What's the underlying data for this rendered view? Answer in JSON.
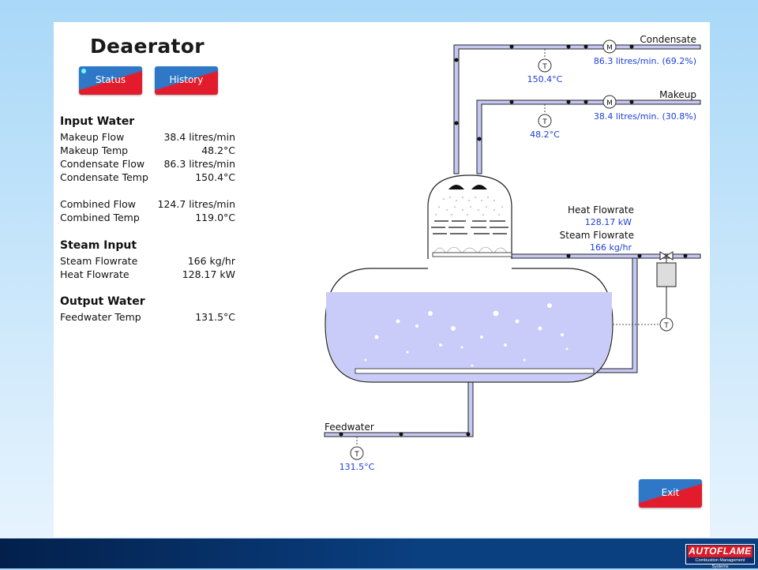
{
  "page": {
    "title": "Deaerator"
  },
  "buttons": {
    "status": "Status",
    "history": "History",
    "exit": "Exit"
  },
  "sections": {
    "input_water": "Input Water",
    "steam_input": "Steam Input",
    "output_water": "Output Water"
  },
  "rows": {
    "makeup_flow": {
      "label": "Makeup Flow",
      "value": "38.4 litres/min"
    },
    "makeup_temp": {
      "label": "Makeup Temp",
      "value": "48.2°C"
    },
    "condensate_flow": {
      "label": "Condensate Flow",
      "value": "86.3 litres/min"
    },
    "condensate_temp": {
      "label": "Condensate Temp",
      "value": "150.4°C"
    },
    "combined_flow": {
      "label": "Combined Flow",
      "value": "124.7 litres/min"
    },
    "combined_temp": {
      "label": "Combined Temp",
      "value": "119.0°C"
    },
    "steam_flowrate": {
      "label": "Steam Flowrate",
      "value": "166 kg/hr"
    },
    "heat_flowrate": {
      "label": "Heat Flowrate",
      "value": "128.17 kW"
    },
    "feedwater_temp": {
      "label": "Feedwater Temp",
      "value": "131.5°C"
    }
  },
  "diagram": {
    "condensate": {
      "label": "Condensate",
      "meter": "86.3 litres/min. (69.2%)",
      "temp": "150.4°C",
      "meter_symbol": "M",
      "temp_symbol": "T"
    },
    "makeup": {
      "label": "Makeup",
      "meter": "38.4 litres/min. (30.8%)",
      "temp": "48.2°C",
      "meter_symbol": "M",
      "temp_symbol": "T"
    },
    "heat": {
      "label": "Heat Flowrate",
      "value": "128.17 kW"
    },
    "steam": {
      "label": "Steam Flowrate",
      "value": "166 kg/hr"
    },
    "tank_temp_symbol": "T",
    "feedwater": {
      "label": "Feedwater",
      "temp": "131.5°C",
      "temp_symbol": "T"
    }
  },
  "brand": {
    "logo": "AUTOFLAME",
    "tagline": "Combustion Management Systems"
  },
  "colors": {
    "accent_blue": "#1b3fd6",
    "pipe_fill": "#c5c8f5",
    "water_fill": "#c9cbf8",
    "button_blue": "#2f78c8",
    "button_red": "#e21c2c",
    "footer": "#0a3f80"
  }
}
